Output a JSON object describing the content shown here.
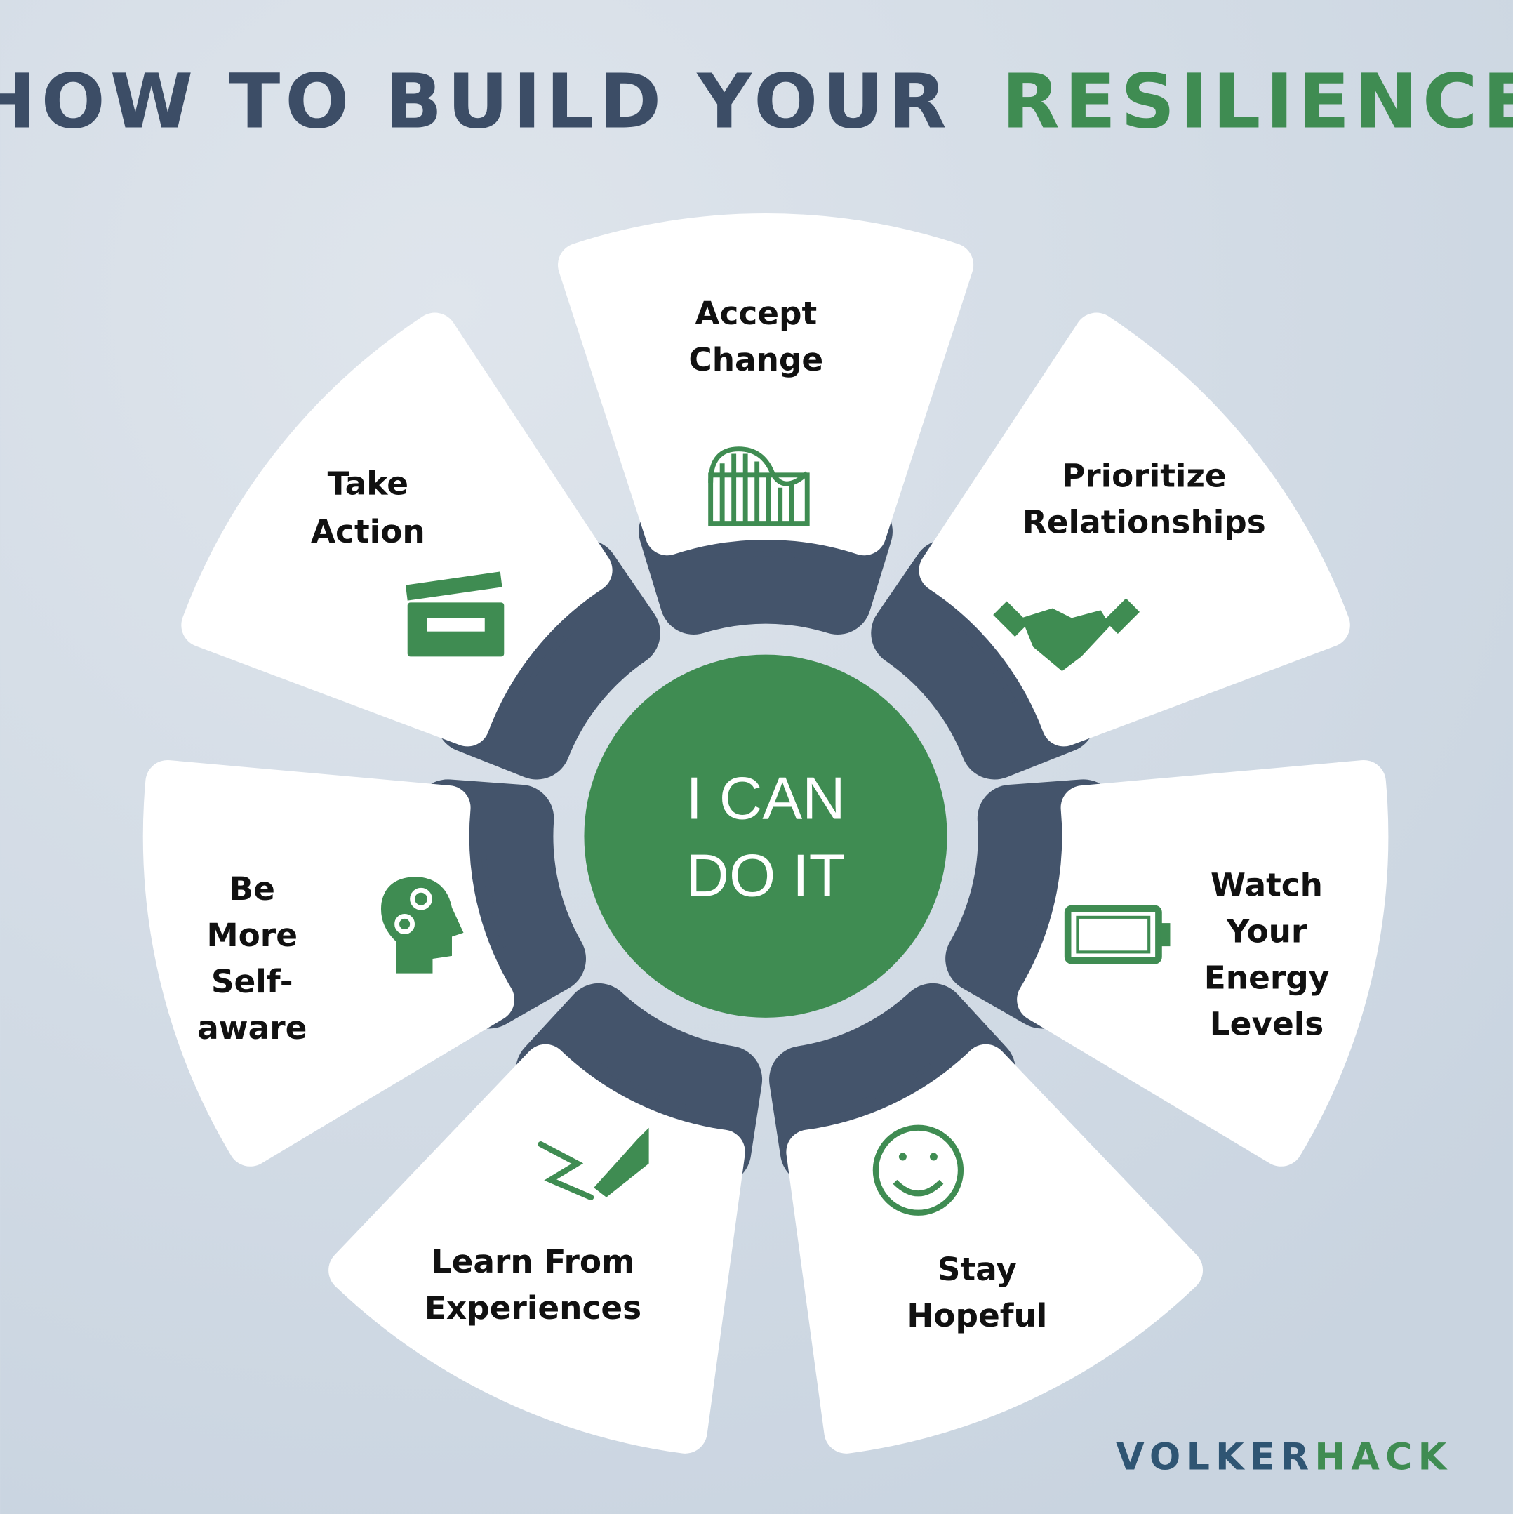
{
  "title": {
    "part1": "HOW TO BUILD YOUR",
    "part2": "RESILIENCE"
  },
  "center": {
    "line1": "I CAN",
    "line2": "DO IT"
  },
  "segments": [
    {
      "lines": [
        "Accept",
        "Change"
      ],
      "icon": "roller-coaster-icon"
    },
    {
      "lines": [
        "Prioritize",
        "Relationships"
      ],
      "icon": "handshake-icon"
    },
    {
      "lines": [
        "Watch",
        "Your",
        "Energy",
        "Levels"
      ],
      "icon": "battery-icon"
    },
    {
      "lines": [
        "Stay",
        "Hopeful"
      ],
      "icon": "smiley-icon"
    },
    {
      "lines": [
        "Learn From",
        "Experiences"
      ],
      "icon": "pen-icon"
    },
    {
      "lines": [
        "Be",
        "More",
        "Self-",
        "aware"
      ],
      "icon": "head-gears-icon"
    },
    {
      "lines": [
        "Take",
        "Action"
      ],
      "icon": "clapperboard-icon"
    }
  ],
  "logo": {
    "part1": "VOLKER",
    "part2": "HACK"
  },
  "colors": {
    "navy": "#3c4d66",
    "green": "#3f8c52",
    "dark": "#44546b",
    "bg": "#d3dce6"
  }
}
